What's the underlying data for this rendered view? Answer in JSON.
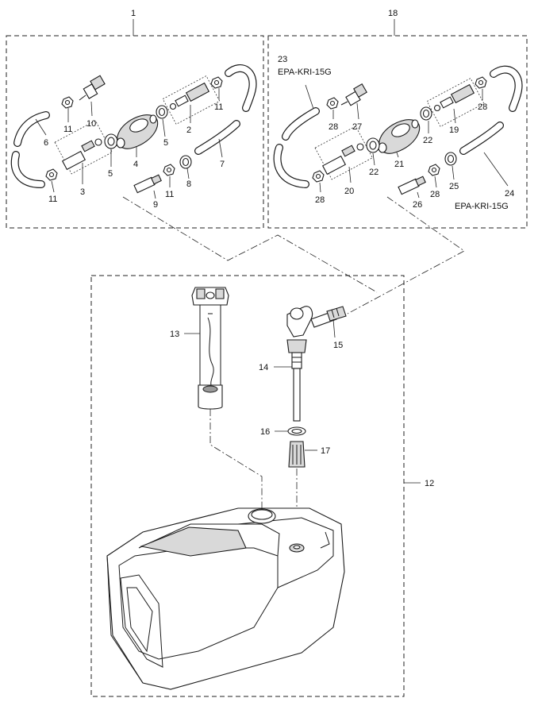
{
  "labels": {
    "group1": "1",
    "group18": "18",
    "p2": "2",
    "p3": "3",
    "p4": "4",
    "p5a": "5",
    "p5b": "5",
    "p6": "6",
    "p7": "7",
    "p8": "8",
    "p9": "9",
    "p10": "10",
    "p11a": "11",
    "p11b": "11",
    "p11c": "11",
    "p11d": "11",
    "p12": "12",
    "p13": "13",
    "p14": "14",
    "p15": "15",
    "p16": "16",
    "p17": "17",
    "p19": "19",
    "p20": "20",
    "p21": "21",
    "p22a": "22",
    "p22b": "22",
    "p23": "23",
    "p23_code": "EPA-KRI-15G",
    "p24": "24",
    "p24_code": "EPA-KRI-15G",
    "p25": "25",
    "p26": "26",
    "p27": "27",
    "p28a": "28",
    "p28b": "28",
    "p28c": "28",
    "p28d": "28"
  }
}
